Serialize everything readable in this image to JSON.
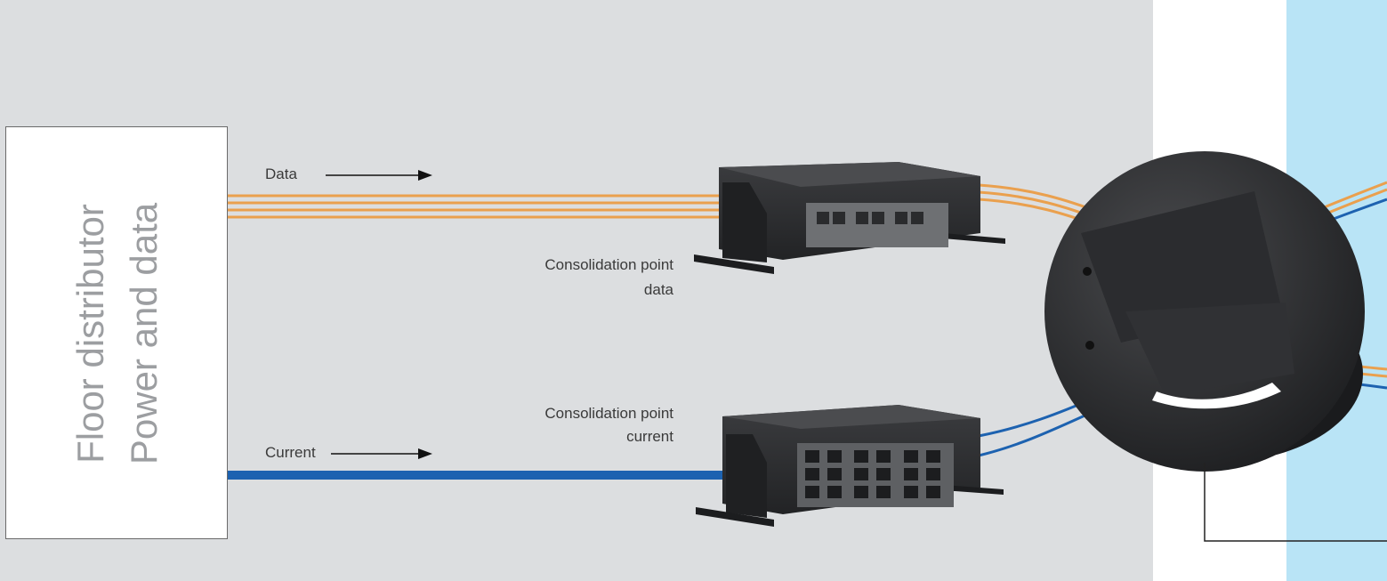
{
  "diagram": {
    "distributor": {
      "line1": "Floor distributor",
      "line2": "Power and data"
    },
    "labels": {
      "data": "Data",
      "current": "Current",
      "cp_data_line1": "Consolidation point",
      "cp_data_line2": "data",
      "cp_current_line1": "Consolidation point",
      "cp_current_line2": "current"
    },
    "colors": {
      "background_zone": "#dcdee0",
      "floor_box_zone": "#b9e4f6",
      "data_cable": "#eaa04e",
      "power_cable": "#1d62b0",
      "device": "#2e2f31"
    }
  }
}
